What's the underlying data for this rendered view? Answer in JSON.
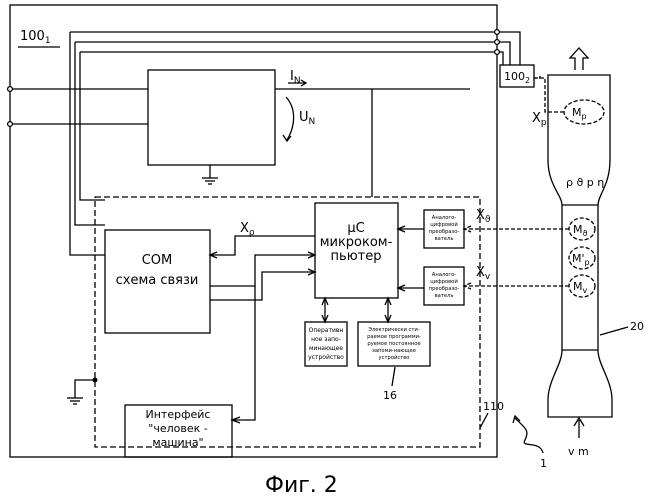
{
  "figure": {
    "caption": "Фиг. 2",
    "unit_label": "100",
    "unit_sub": "1",
    "unit2_label": "100",
    "unit2_sub": "2",
    "ref_110": "110",
    "ref_16": "16",
    "ref_20": "20",
    "ref_1": "1"
  },
  "power_block": {
    "current_label": "I",
    "current_sub": "N",
    "voltage_label": "U",
    "voltage_sub": "N"
  },
  "mcu": {
    "line1": "μC",
    "line2": "микроком-",
    "line3": "пьютер"
  },
  "com": {
    "line1": "COM",
    "line2": "схема связи"
  },
  "xp_label": "X",
  "xp_sub": "ρ",
  "adc1": {
    "lines": [
      "Аналого-",
      "цифровой",
      "преобразо-",
      "ватель"
    ]
  },
  "adc2": {
    "lines": [
      "Аналого-",
      "цифровой",
      "преобразо-",
      "ватель"
    ]
  },
  "ram": {
    "lines": [
      "Оперативн",
      "ное запо-",
      "минающее",
      "устройство"
    ]
  },
  "eeprom": {
    "lines": [
      "Электрически сти-",
      "раемое программи-",
      "руемое постоянное",
      "запоми-нающее",
      "устройство"
    ]
  },
  "hmi": {
    "lines": [
      "Интерфейс",
      "\"человек -",
      "машина\""
    ]
  },
  "sensor_labels": {
    "x_theta": "X",
    "x_theta_sub": "ϑ",
    "x_v": "X",
    "x_v_sub": "v",
    "x_p": "X",
    "x_p_sub": "p",
    "m_p": "M",
    "m_p_sub": "p",
    "m_theta": "M",
    "m_theta_sub": "ϑ",
    "m_p2": "M'",
    "m_p2_sub": "p",
    "m_v": "M",
    "m_v_sub": "v",
    "props": "ρ ϑ p η",
    "flow": "v m"
  }
}
